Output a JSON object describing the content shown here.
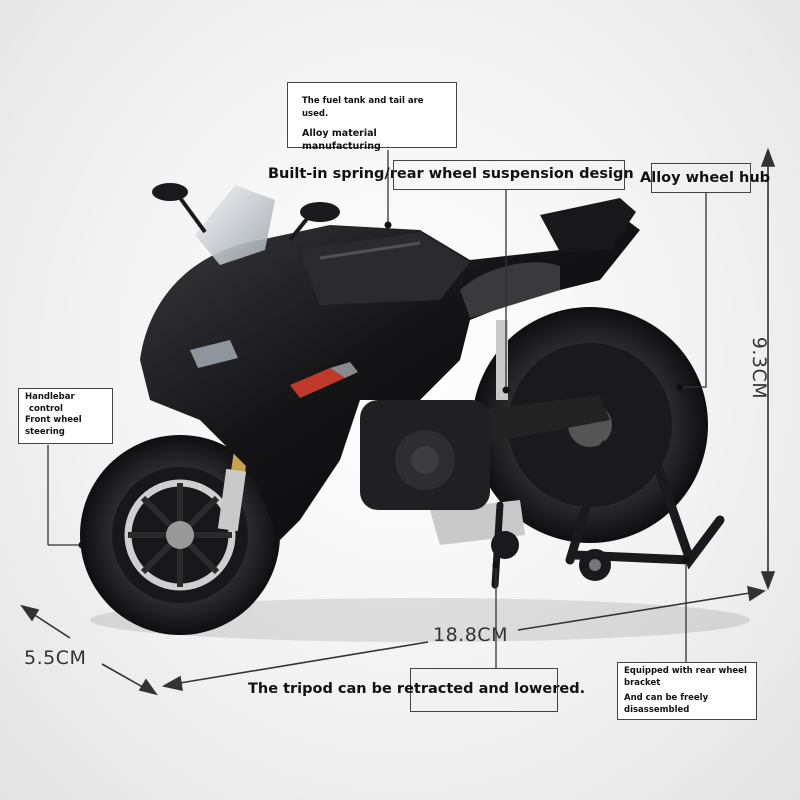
{
  "callouts": {
    "fuel_tank_line1": "The fuel tank and tail are used.",
    "fuel_tank_line2": "Alloy material",
    "fuel_tank_line3": "manufacturing",
    "suspension": "Built-in spring/rear wheel suspension design",
    "wheel_hub": "Alloy wheel hub",
    "handlebar_line1": "Handlebar",
    "handlebar_line2": "control",
    "handlebar_line3": "Front wheel",
    "handlebar_line4": "steering",
    "tripod": "The tripod can be retracted and lowered.",
    "bracket_line1": "Equipped with rear wheel",
    "bracket_line2": "bracket",
    "bracket_line3": "And can be freely",
    "bracket_line4": "disassembled"
  },
  "dimensions": {
    "height": "9.3CM",
    "length": "18.8CM",
    "width": "5.5CM"
  },
  "colors": {
    "body": "#1b1b1d",
    "accent": "#c0392b",
    "chrome": "#c9c9c9",
    "gold": "#c8a24a"
  }
}
